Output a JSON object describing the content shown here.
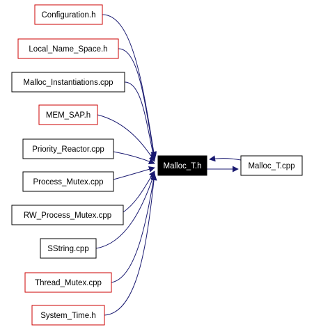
{
  "graph": {
    "center": {
      "label": "Malloc_T.h",
      "fill": "#000000",
      "text_color": "#ffffff"
    },
    "right": {
      "label": "Malloc_T.cpp"
    },
    "sources": [
      {
        "label": "Configuration.h",
        "border": "red"
      },
      {
        "label": "Local_Name_Space.h",
        "border": "red"
      },
      {
        "label": "Malloc_Instantiations.cpp",
        "border": "black"
      },
      {
        "label": "MEM_SAP.h",
        "border": "red"
      },
      {
        "label": "Priority_Reactor.cpp",
        "border": "black"
      },
      {
        "label": "Process_Mutex.cpp",
        "border": "black"
      },
      {
        "label": "RW_Process_Mutex.cpp",
        "border": "black"
      },
      {
        "label": "SString.cpp",
        "border": "black"
      },
      {
        "label": "Thread_Mutex.cpp",
        "border": "red"
      },
      {
        "label": "System_Time.h",
        "border": "red"
      }
    ]
  },
  "colors": {
    "red_border": "#cc0000",
    "black_border": "#000000",
    "edge": "#191970",
    "center_fill": "#000000",
    "center_text": "#ffffff"
  }
}
